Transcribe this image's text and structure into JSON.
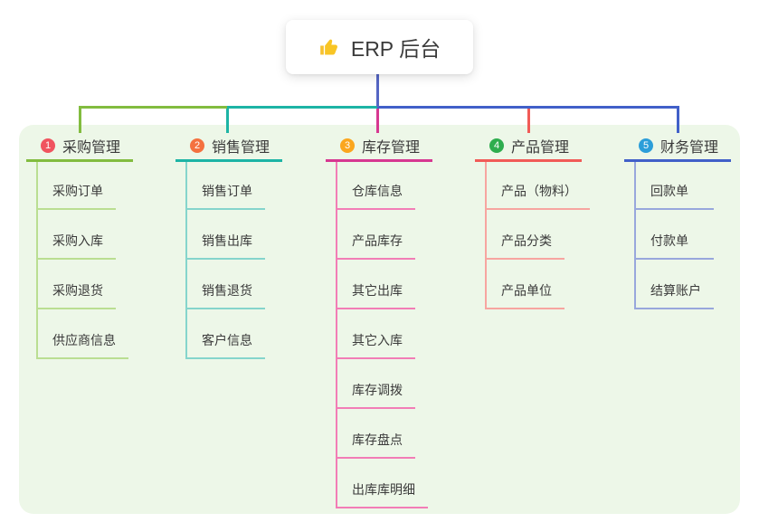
{
  "root": {
    "label": "ERP 后台",
    "icon": "thumbs-up-icon",
    "icon_color": "#f8c525"
  },
  "colors": {
    "canvas_bg": "#ffffff",
    "panel_bg": "#edf7e8",
    "root_node_bg": "#ffffff",
    "root_line": "#5566c4",
    "text": "#3a3a3a"
  },
  "branches": [
    {
      "number": "1",
      "label": "采购管理",
      "badge_color": "#f0545f",
      "line_color": "#82bc3f",
      "light_line_color": "#bade92",
      "children": [
        "采购订单",
        "采购入库",
        "采购退货",
        "供应商信息"
      ]
    },
    {
      "number": "2",
      "label": "销售管理",
      "badge_color": "#f4713f",
      "line_color": "#1db4a5",
      "light_line_color": "#85d5cc",
      "children": [
        "销售订单",
        "销售出库",
        "销售退货",
        "客户信息"
      ]
    },
    {
      "number": "3",
      "label": "库存管理",
      "badge_color": "#fba61e",
      "line_color": "#d73891",
      "light_line_color": "#f27db6",
      "children": [
        "仓库信息",
        "产品库存",
        "其它出库",
        "其它入库",
        "库存调拨",
        "库存盘点",
        "出库库明细"
      ]
    },
    {
      "number": "4",
      "label": "产品管理",
      "badge_color": "#2ead4e",
      "line_color": "#f15b57",
      "light_line_color": "#f7a5a0",
      "children": [
        "产品（物料）",
        "产品分类",
        "产品单位"
      ]
    },
    {
      "number": "5",
      "label": "财务管理",
      "badge_color": "#2c9ed9",
      "line_color": "#4160c9",
      "light_line_color": "#98a7dc",
      "children": [
        "回款单",
        "付款单",
        "结算账户"
      ]
    }
  ]
}
